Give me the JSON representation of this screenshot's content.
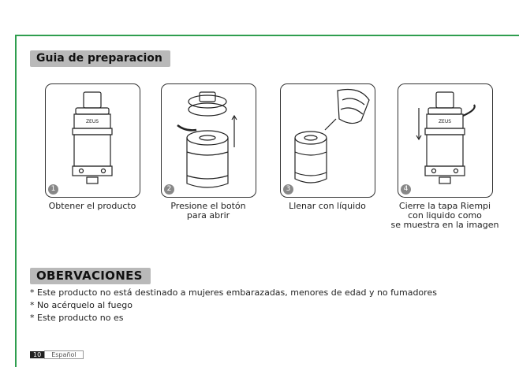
{
  "guide": {
    "title": "Guia de preparacion",
    "device_brand": "ZEUS",
    "steps": [
      {
        "number": "1",
        "caption": "Obtener el producto"
      },
      {
        "number": "2",
        "caption": "Presione el botón\npara abrir"
      },
      {
        "number": "3",
        "caption": "Llenar con líquido"
      },
      {
        "number": "4",
        "caption": "Cierre la tapa Riempi\ncon liquido como\nse muestra en la imagen"
      }
    ]
  },
  "observations": {
    "title": "OBERVACIONES",
    "items": [
      "* Este producto no está destinado a mujeres embarazadas, menores de edad y no fumadores",
      "* No acérquelo al fuego",
      "* Este producto no es"
    ]
  },
  "footer": {
    "page_number": "10",
    "label": "Español"
  },
  "colors": {
    "frame": "#2f9e4f",
    "heading_bg": "#b9b9b9"
  }
}
